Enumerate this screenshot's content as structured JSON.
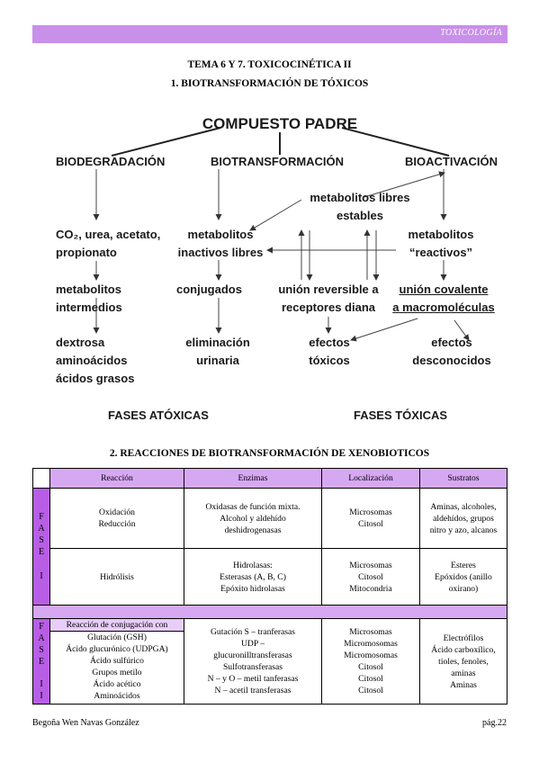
{
  "header": {
    "tag": "TOXICOLOGÍA"
  },
  "titles": {
    "main": "TEMA 6 Y 7. TOXICOCINÉTICA II",
    "section1": "1.    BIOTRANSFORMACIÓN DE TÓXICOS",
    "section2": "2.   REACCIONES DE BIOTRANSFORMACIÓN DE XENOBIOTICOS"
  },
  "diagram": {
    "root": "COMPUESTO PADRE",
    "biodeg": "BIODEGRADACIÓN",
    "biotrans": "BIOTRANSFORMACIÓN",
    "bioact": "BIOACTIVACIÓN",
    "stable": [
      "metabolitos libres",
      "estables"
    ],
    "co2": [
      "CO₂, urea, acetato,",
      "propionato"
    ],
    "inact": [
      "metabolitos",
      "inactivos libres"
    ],
    "react": [
      "metabolitos",
      "“reactivos”"
    ],
    "interm": [
      "metabolitos",
      "intermedios"
    ],
    "conj": "conjugados",
    "rev": [
      "unión reversible a",
      "receptores diana"
    ],
    "cov": [
      "unión covalente",
      "a macromoléculas"
    ],
    "dext": [
      "dextrosa",
      "aminoácidos",
      "ácidos grasos"
    ],
    "elim": [
      "eliminación",
      "urinaria"
    ],
    "efx": [
      "efectos",
      "tóxicos"
    ],
    "efd": [
      "efectos",
      "desconocidos"
    ],
    "fat": "FASES ATÓXICAS",
    "ftx": "FASES TÓXICAS"
  },
  "table": {
    "headers": [
      "Reacción",
      "Enzimas",
      "Localización",
      "Sustratos"
    ],
    "fase1_label": [
      "F",
      "A",
      "S",
      "E",
      "",
      "I"
    ],
    "fase2_label": [
      "F",
      "A",
      "S",
      "E",
      "",
      "I",
      "I"
    ],
    "r1": {
      "reac": [
        "Oxidación",
        "Reducción"
      ],
      "enz": [
        "Oxidasas de función mixta.",
        "Alcohol y aldehído",
        "deshidrogenasas"
      ],
      "loc": [
        "Microsomas",
        "Citosol"
      ],
      "sus": [
        "Aminas, alcoholes,",
        "aldehídos, grupos",
        "nitro y azo, alcanos"
      ]
    },
    "r2": {
      "reac": [
        "Hidrólisis"
      ],
      "enz": [
        "Hidrolasas:",
        "Esterasas (A, B, C)",
        "Epóxito hidrolasas"
      ],
      "loc": [
        "Microsomas",
        "Citosol",
        "Mitocondria"
      ],
      "sus": [
        "Esteres",
        "Epóxidos (anillo",
        "oxirano)"
      ]
    },
    "r3": {
      "head": "Reacción de conjugación con",
      "reac": [
        "Glutación (GSH)",
        "Ácido glucurónico (UDPGA)",
        "Ácido sulfúrico",
        "Grupos metilo",
        "Ácido acético",
        "Aminoácidos"
      ],
      "enz": [
        "Gutación S – tranferasas",
        "UDP –",
        "glucuronilltransferasas",
        "Sulfotransferasas",
        "N – y O – metil tanferasas",
        "N – acetil transferasas"
      ],
      "loc": [
        "Microsomas",
        "Micromosomas",
        "Micromosomas",
        "Citosol",
        "Citosol",
        "Citosol"
      ],
      "sus": [
        "Electrófilos",
        "Ácido carboxílico,",
        "tioles, fenoles,",
        "aminas",
        "Aminas"
      ]
    }
  },
  "footer": {
    "author": "Begoña Wen Navas González",
    "page": "pág.22"
  }
}
